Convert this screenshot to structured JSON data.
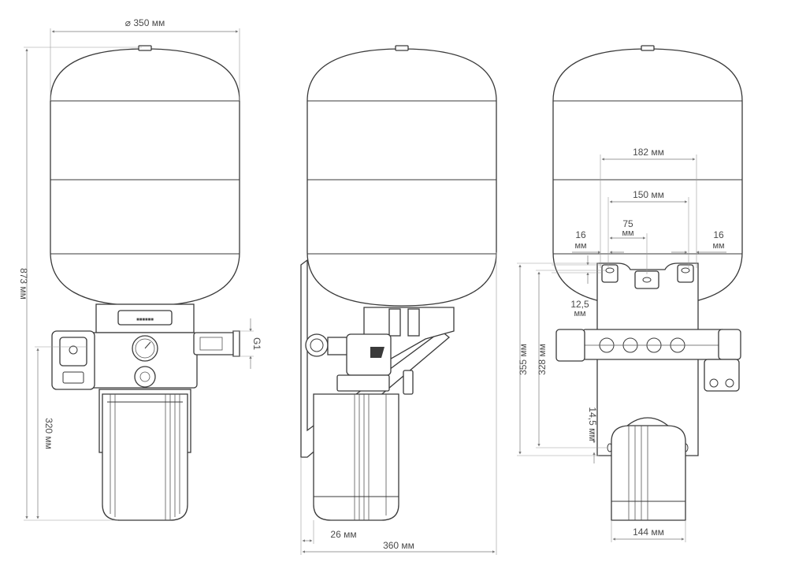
{
  "dimensions": {
    "front_diameter": "⌀ 350 мм",
    "front_height": "873 мм",
    "front_filter_height": "320 мм",
    "front_thread": "G1",
    "side_offset": "26 мм",
    "side_depth": "360 мм",
    "back_182": "182 мм",
    "back_150": "150 мм",
    "back_75_num": "75",
    "back_75_unit": "мм",
    "back_16_left_num": "16",
    "back_16_left_unit": "мм",
    "back_16_right_num": "16",
    "back_16_right_unit": "мм",
    "back_12_5_num": "12,5",
    "back_12_5_unit": "мм",
    "back_355": "355 мм",
    "back_328": "328 мм",
    "back_14_5": "14,5 мм",
    "back_144": "144 мм"
  },
  "colors": {
    "outline": "#3a3a3a",
    "dimension": "#7a7a7a",
    "background": "#ffffff"
  }
}
